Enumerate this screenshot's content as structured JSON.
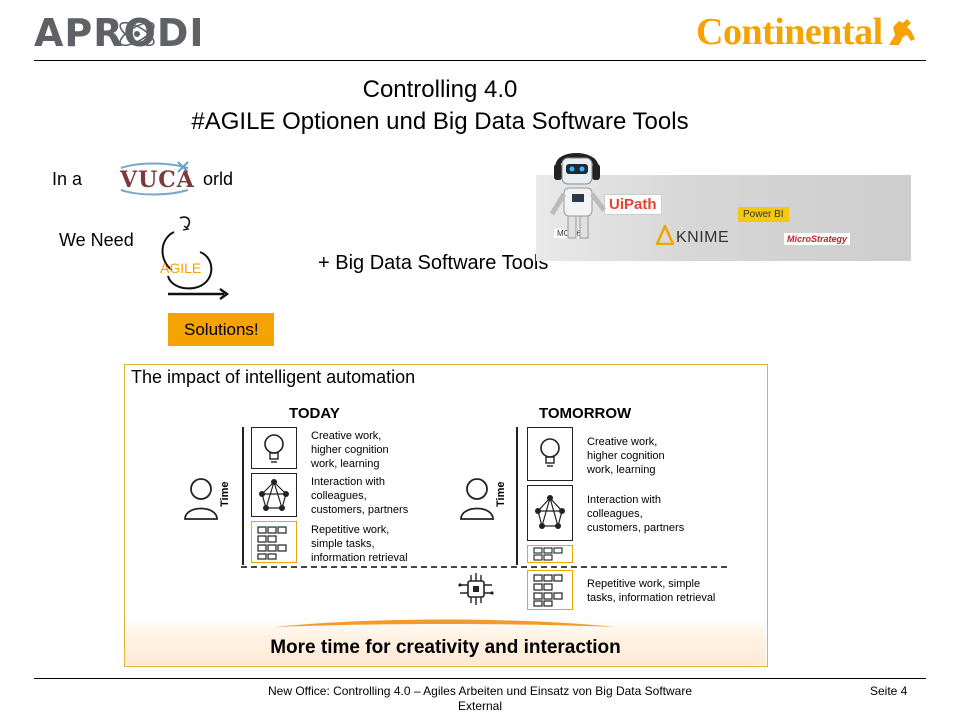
{
  "header": {
    "logo_left": "APRODI",
    "logo_right": "Continental"
  },
  "title": {
    "line1": "Controlling 4.0",
    "line2": "#AGILE Optionen und Big Data Software Tools"
  },
  "left": {
    "in_a": "In a",
    "vuca": "VUCA",
    "world": "orld",
    "we_need": "We Need",
    "agile": "AGILE",
    "solutions": "Solutions!"
  },
  "plus_tools": "+   Big Data Software Tools",
  "tools": {
    "uipath": "UiPath",
    "powerbi": "Power BI",
    "knime": "KNIME",
    "microstrategy": "MicroStrategy",
    "mo365": "MO 365"
  },
  "impact": {
    "title": "The impact of intelligent automation",
    "today": "TODAY",
    "tomorrow": "TOMORROW",
    "time": "Time",
    "creative": [
      "Creative work,",
      "higher cognition",
      "work, learning"
    ],
    "interaction": [
      "Interaction with",
      "colleagues,",
      "customers, partners"
    ],
    "interaction_today": [
      "Interaction with",
      "colleagues,",
      "customers, partners"
    ],
    "repetitive_today": [
      "Repetitive work,",
      "simple tasks,",
      "information retrieval"
    ],
    "repetitive_tomorrow": [
      "Repetitive work, simple",
      "tasks, information retrieval"
    ],
    "banner": "More time for creativity and interaction"
  },
  "footer": {
    "line1": "New Office: Controlling 4.0 – Agiles Arbeiten und Einsatz von Big Data Software",
    "line2": "External",
    "page": "Seite 4"
  },
  "colors": {
    "accent": "#f5a300",
    "logo_grey": "#5f6166"
  }
}
